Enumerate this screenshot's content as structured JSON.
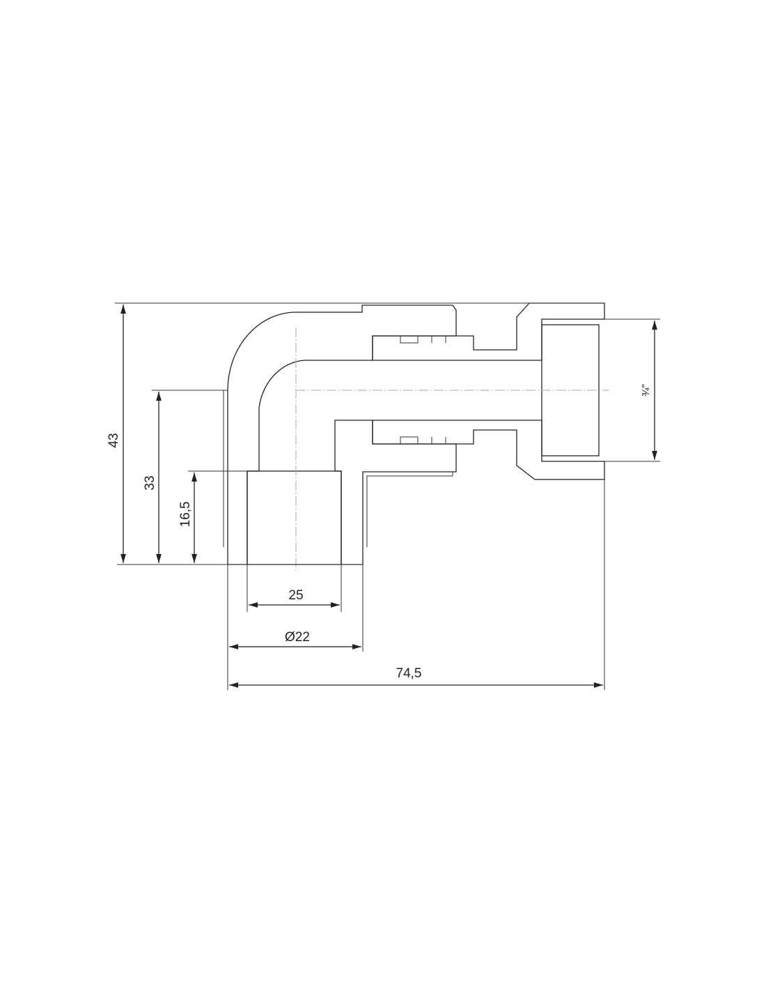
{
  "drawing": {
    "title": "Elbow fitting with union nut - section view",
    "dimensions": {
      "overall_height": "43",
      "center_height": "33",
      "socket_depth": "16,5",
      "socket_inner": "25",
      "pipe_diameter": "Ø22",
      "overall_length": "74,5",
      "thread_size": "¾\""
    },
    "colors": {
      "line": "#222222",
      "centerline": "#aaaaaa",
      "background": "#ffffff"
    }
  }
}
